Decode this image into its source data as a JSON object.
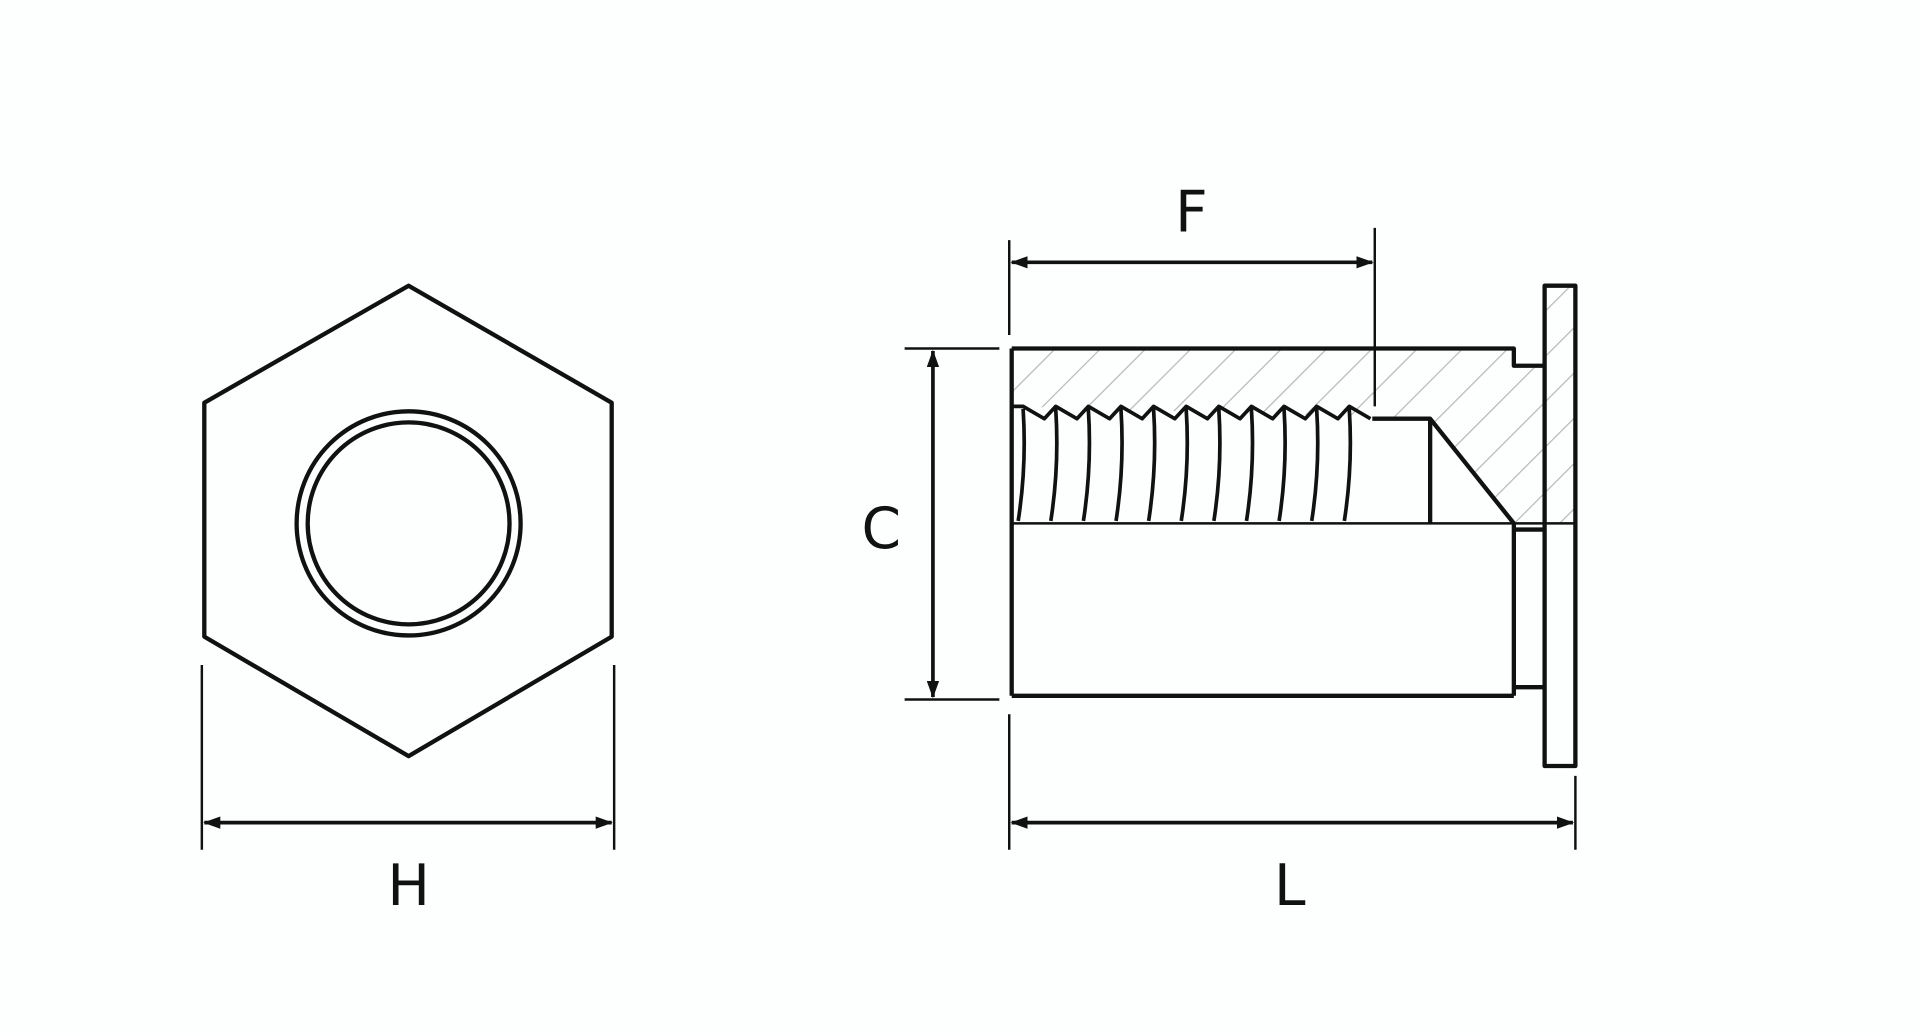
{
  "drawing": {
    "front_view": {
      "dimension_label": "H"
    },
    "side_view": {
      "thread_length_label": "F",
      "diameter_label": "C",
      "length_label": "L"
    },
    "line_color": "#111111",
    "hatch_color": "#b8b8b8",
    "background": "#fdfefe"
  }
}
